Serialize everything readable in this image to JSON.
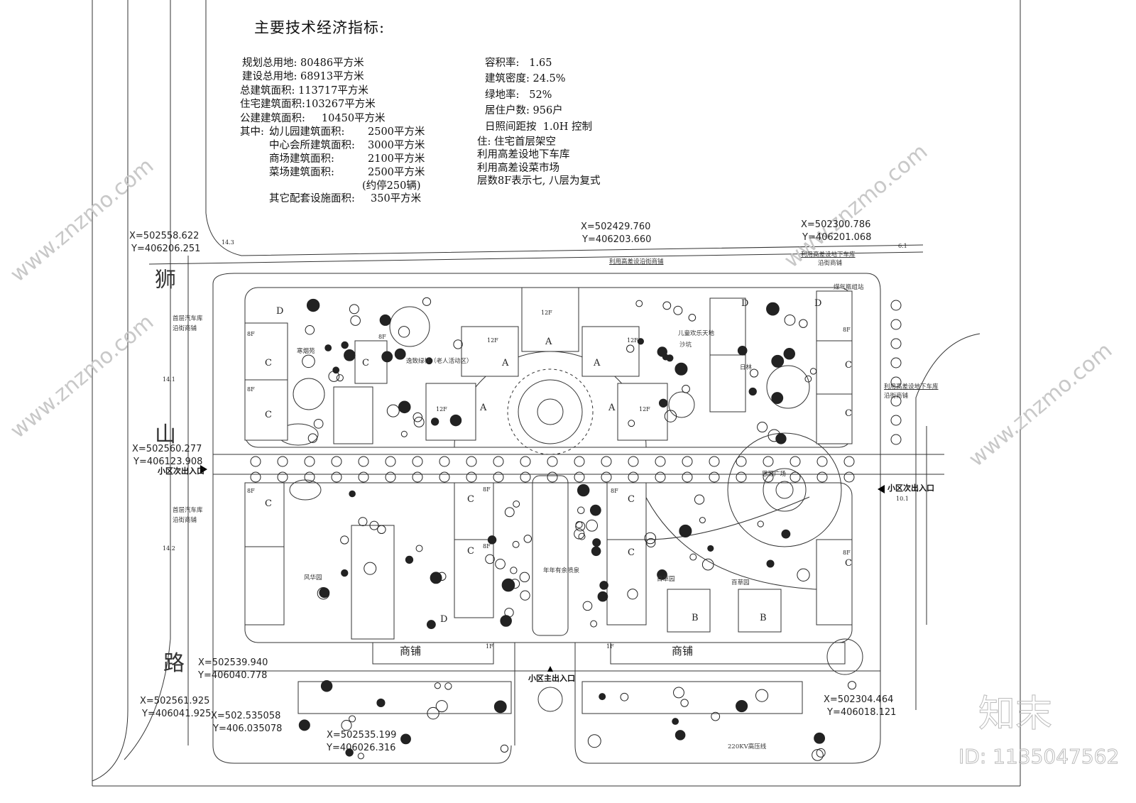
{
  "title": "主要技术经济指标:",
  "indicators_left": [
    "规划总用地: 80486平方米",
    "建设总用地: 68913平方米",
    "总建筑面积: 113717平方米",
    "住宅建筑面积:103267平方米",
    "公建建筑面积:     10450平方米"
  ],
  "breakdown": {
    "prefix": "其中:",
    "items": [
      {
        "label": "幼儿园建筑面积:",
        "value": "2500平方米"
      },
      {
        "label": "中心会所建筑面积:",
        "value": "3000平方米"
      },
      {
        "label": "商场建筑面积:",
        "value": "2100平方米"
      },
      {
        "label": "菜场建筑面积:",
        "value": "2500平方米"
      },
      {
        "label": "",
        "value": "(约停250辆)"
      },
      {
        "label": "其它配套设施面积:",
        "value": "350平方米"
      }
    ]
  },
  "indicators_right": [
    "容积率:   1.65",
    "建筑密度: 24.5%",
    "绿地率:   52%",
    "居住户数: 956户",
    "日照间距按  1.0H 控制"
  ],
  "notes": [
    "住: 住宅首层架空",
    "利用高差设地下车库",
    "利用高差设菜市场",
    "层数8F表示七, 八层为复式"
  ],
  "coordinates": [
    {
      "x": "X=502558.622",
      "y": "Y=406206.251"
    },
    {
      "x": "X=502429.760",
      "y": "Y=406203.660"
    },
    {
      "x": "X=502300.786",
      "y": "Y=406201.068"
    },
    {
      "x": "X=502560.277",
      "y": "Y=406123.908"
    },
    {
      "x": "X=502539.940",
      "y": "Y=406040.778"
    },
    {
      "x": "X=502561.925",
      "y": "Y=406041.925"
    },
    {
      "x": "X=502.535058",
      "y": "Y=406.035078"
    },
    {
      "x": "X=502535.199",
      "y": "Y=406026.316"
    },
    {
      "x": "X=502304.464",
      "y": "Y=406018.121"
    }
  ],
  "road_name": [
    "狮",
    "山",
    "路"
  ],
  "elevations": [
    "14.3",
    "6.1",
    "14.1",
    "14.2",
    "10.1"
  ],
  "entrances": {
    "secondary_left": "小区次出入口",
    "secondary_right": "小区次出入口",
    "main": "小区主出入口"
  },
  "areas": {
    "hanyan": "寒烟苑",
    "yizhi": "逸致绿林（老人活动区）",
    "children": "儿童欢乐天地",
    "sandpit": "沙坑",
    "rilin": "日林",
    "gas": "煤气瓶组站",
    "siyuan": "思源广场",
    "fountain": "年年有余喷泉",
    "fenghua": "风华园",
    "baicao1": "百草园",
    "baicao2": "百草园",
    "shop_left": "商铺",
    "shop_right": "商铺",
    "hv_line": "220KV高压线"
  },
  "callouts": {
    "top_shops": "利用高差设沿街商铺",
    "garage_top": [
      "利用高差设地下车库",
      "沿街商铺"
    ],
    "garage_right": [
      "利用高差设地下车库",
      "沿街商铺"
    ],
    "garage_left1": [
      "首层汽车库",
      "沿街商铺"
    ],
    "garage_left2": [
      "首层汽车库",
      "沿街商铺"
    ]
  },
  "building_types": [
    "A",
    "B",
    "C",
    "D"
  ],
  "floors": [
    "12F",
    "8F",
    "1F"
  ],
  "watermark": {
    "logo": "知末",
    "id": "ID: 1135047562",
    "site": "www.znzmo.com"
  }
}
